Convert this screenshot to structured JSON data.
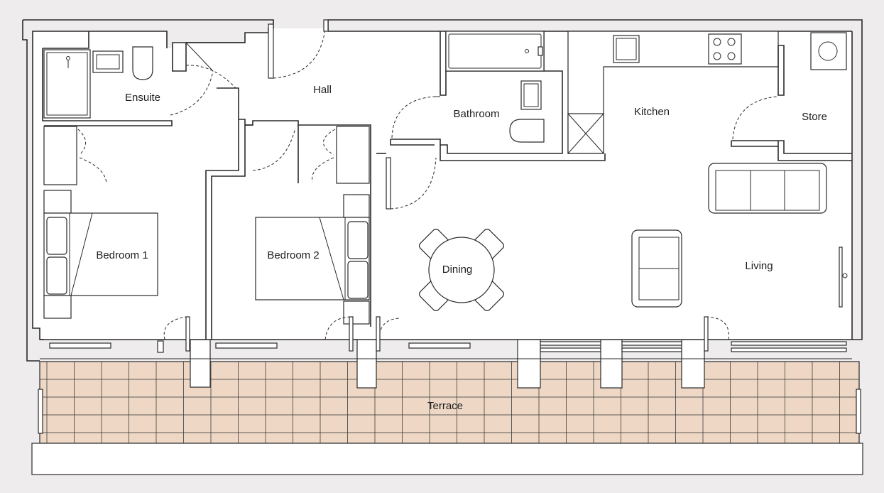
{
  "rooms": {
    "ensuite": "Ensuite",
    "hall": "Hall",
    "bathroom": "Bathroom",
    "kitchen": "Kitchen",
    "store": "Store",
    "bedroom1": "Bedroom 1",
    "bedroom2": "Bedroom 2",
    "dining": "Dining",
    "living": "Living",
    "terrace": "Terrace"
  },
  "colors": {
    "background": "#eeecec",
    "floor": "#ffffff",
    "terrace_tile": "#eed8c5",
    "line": "#2a2a2a"
  }
}
